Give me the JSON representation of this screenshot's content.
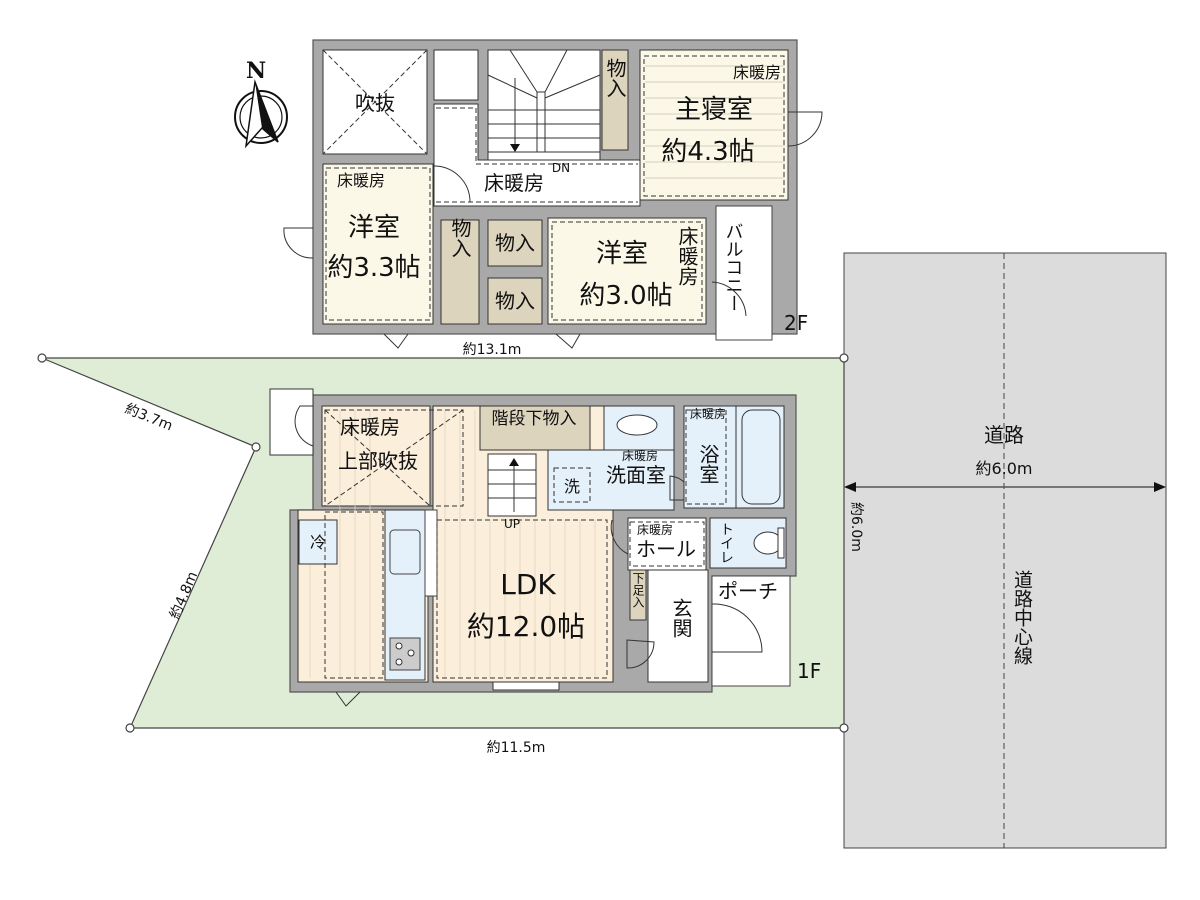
{
  "compass": {
    "north_label": "N"
  },
  "floor2": {
    "floor_label": "2F",
    "rooms": {
      "void": {
        "name": "吹抜"
      },
      "hall": {
        "heating": "床暖房",
        "stairs_label": "DN"
      },
      "master_bedroom": {
        "heating": "床暖房",
        "name": "主寝室",
        "size": "約4.3帖"
      },
      "master_closet": {
        "name": "物入"
      },
      "western_room_1": {
        "heating": "床暖房",
        "name": "洋室",
        "size": "約3.3帖"
      },
      "western_room_1_closet": {
        "name": "物入"
      },
      "closet_upper": {
        "name": "物入"
      },
      "closet_lower": {
        "name": "物入"
      },
      "western_room_2": {
        "heating": "床暖房",
        "name": "洋室",
        "size": "約3.0帖"
      },
      "balcony": {
        "name": "バルコニー"
      }
    },
    "width_dimension": "約13.1m"
  },
  "floor1": {
    "floor_label": "1F",
    "rooms": {
      "ldk": {
        "name": "LDK",
        "size": "約12.0帖"
      },
      "ldk_void": {
        "heating": "床暖房",
        "note": "上部吹抜"
      },
      "fridge": {
        "name": "冷"
      },
      "under_stair_storage": {
        "name": "階段下物入"
      },
      "stairs": {
        "label": "UP"
      },
      "washroom": {
        "heating": "床暖房",
        "name": "洗面室",
        "washer": "洗"
      },
      "bathroom": {
        "heating": "床暖房",
        "name": "浴室"
      },
      "hall": {
        "heating": "床暖房",
        "name": "ホール"
      },
      "toilet": {
        "name": "トイレ"
      },
      "shoe_storage": {
        "name": "下足入"
      },
      "entrance": {
        "name": "玄関"
      },
      "porch": {
        "name": "ポーチ"
      }
    }
  },
  "lot": {
    "dimensions": {
      "northwest_edge": "約3.7m",
      "west_edge": "約4.8m",
      "south_edge": "約11.5m",
      "east_frontage": "約6.0m"
    }
  },
  "road": {
    "name": "道路",
    "width": "約6.0m",
    "centerline_label": "道路中心線"
  },
  "colors": {
    "lot_green": "#e0edd6",
    "road_gray": "#dcdcdc",
    "wall_gray": "#a9a9a9",
    "room_cream": "#fbf8e8",
    "wood_floor": "#fbefdc",
    "wet_area_blue": "#e4f0fa",
    "closet_tan": "#dcd4bd"
  }
}
